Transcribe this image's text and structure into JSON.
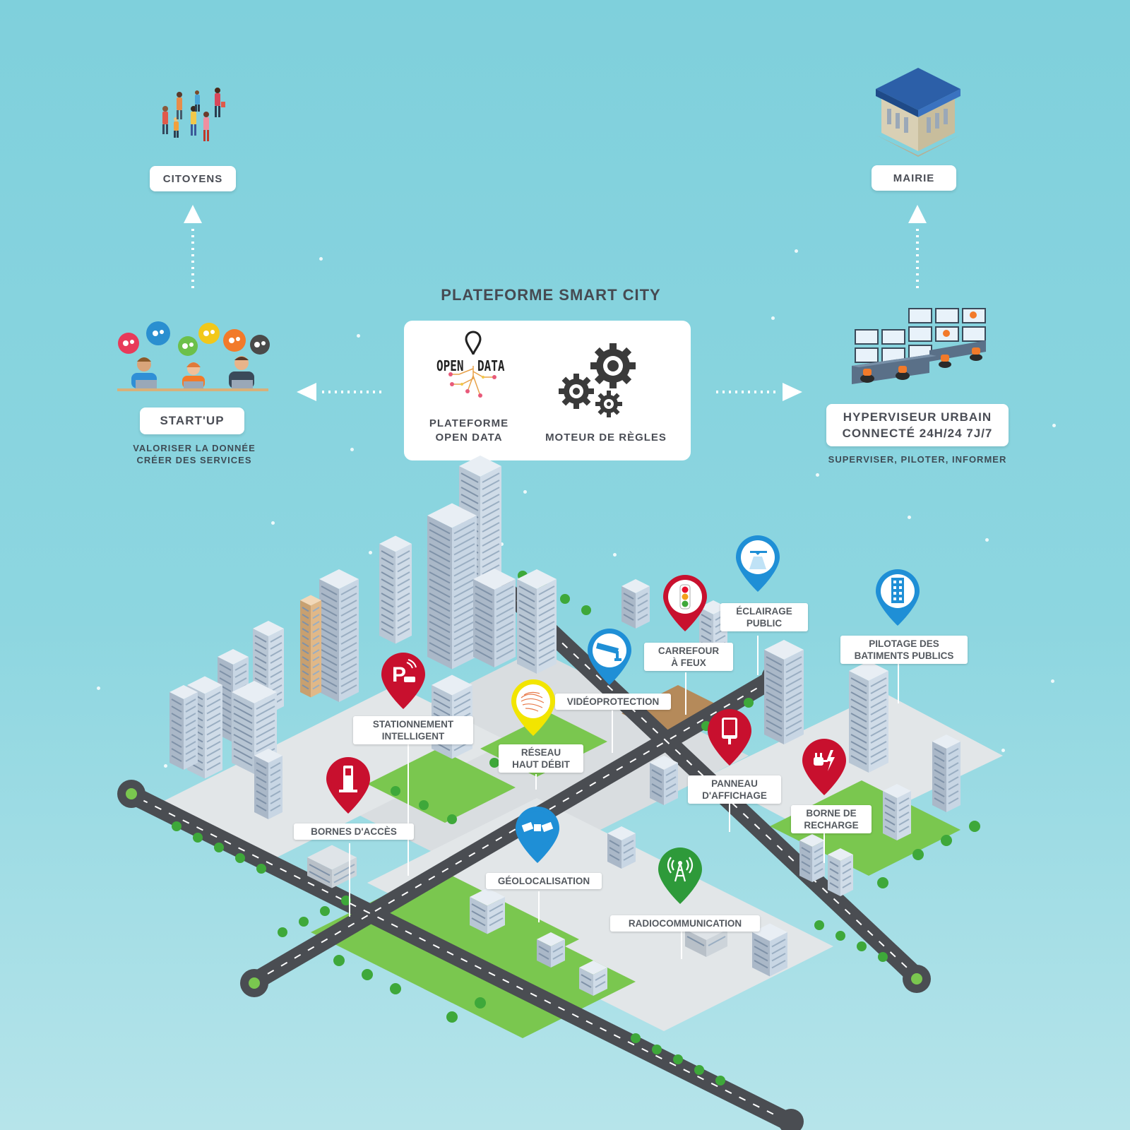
{
  "top_left": {
    "label": "CITOYENS"
  },
  "top_right": {
    "label": "MAIRIE"
  },
  "platform": {
    "title": "PLATEFORME SMART CITY",
    "open_data_logo_open": "OPEN",
    "open_data_logo_data": "DATA",
    "open_data_caption": "PLATEFORME\nOPEN DATA",
    "rules_caption": "MOTEUR DE RÈGLES"
  },
  "startup": {
    "label": "START'UP",
    "sub": "VALORISER LA DONNÉE\nCRÉER DES SERVICES"
  },
  "hypervisor": {
    "label": "HYPERVISEUR URBAIN\nCONNECTÉ 24H/24 7J/7",
    "sub": "SUPERVISER, PILOTER, INFORMER"
  },
  "city_tags": {
    "eclairage": "ÉCLAIRAGE\nPUBLIC",
    "carrefour": "CARREFOUR\nÀ FEUX",
    "pilotage": "PILOTAGE DES\nBATIMENTS PUBLICS",
    "video": "VIDÉOPROTECTION",
    "stationnement": "STATIONNEMENT\nINTELLIGENT",
    "reseau": "RÉSEAU\nHAUT DÉBIT",
    "panneau": "PANNEAU\nD'AFFICHAGE",
    "borne_recharge": "BORNE DE\nRECHARGE",
    "bornes_acces": "BORNES D'ACCÈS",
    "geoloc": "GÉOLOCALISATION",
    "radio": "RADIOCOMMUNICATION"
  },
  "colors": {
    "red": "#c8102e",
    "blue": "#1f8fd6",
    "yellow": "#f2e500",
    "green": "#2e9a3a",
    "background": "#85d3de"
  }
}
